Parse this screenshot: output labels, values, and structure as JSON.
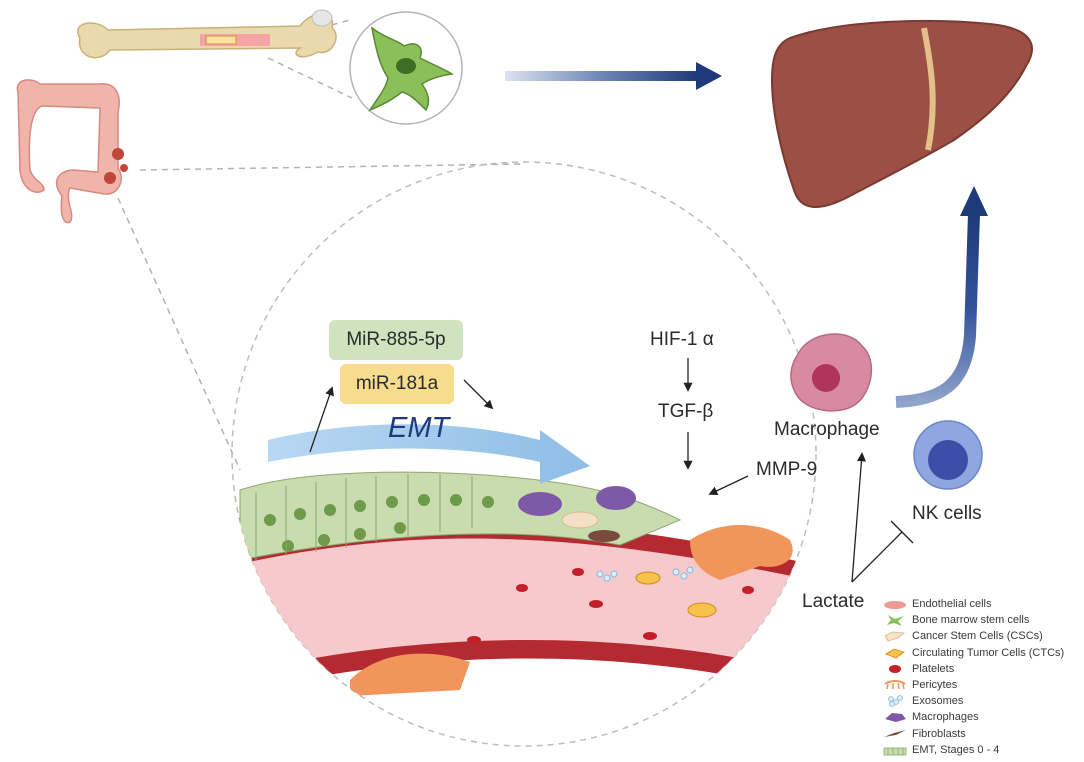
{
  "boxes": {
    "mir885": "MiR-885-5p",
    "mir181": "miR-181a"
  },
  "labels": {
    "emt": "EMT",
    "hif": "HIF-1 α",
    "tgf": "TGF-β",
    "mmp": "MMP-9",
    "macrophage": "Macrophage",
    "nk": "NK cells",
    "lactate": "Lactate"
  },
  "legend": [
    {
      "icon": "endothelial-cell-icon",
      "label": "Endothelial cells"
    },
    {
      "icon": "bone-marrow-stem-cell-icon",
      "label": "Bone marrow stem cells"
    },
    {
      "icon": "cancer-stem-cell-icon",
      "label": "Cancer Stem Cells (CSCs)"
    },
    {
      "icon": "circulating-tumor-cell-icon",
      "label": "Circulating Tumor Cells (CTCs)"
    },
    {
      "icon": "platelet-icon",
      "label": "Platelets"
    },
    {
      "icon": "pericyte-icon",
      "label": "Pericytes"
    },
    {
      "icon": "exosome-icon",
      "label": "Exosomes"
    },
    {
      "icon": "macrophage-icon",
      "label": "Macrophages"
    },
    {
      "icon": "fibroblast-icon",
      "label": "Fibroblasts"
    },
    {
      "icon": "emt-stages-icon",
      "label": "EMT, Stages 0 - 4"
    }
  ],
  "colors": {
    "arrow_blue": "#1f3a7a",
    "emt_arrow": "#9cc7ea",
    "liver": "#9b4f45",
    "vessel": "#b52a30",
    "mir885_box": "#cfe3bf",
    "mir181_box": "#f6dc8d"
  }
}
